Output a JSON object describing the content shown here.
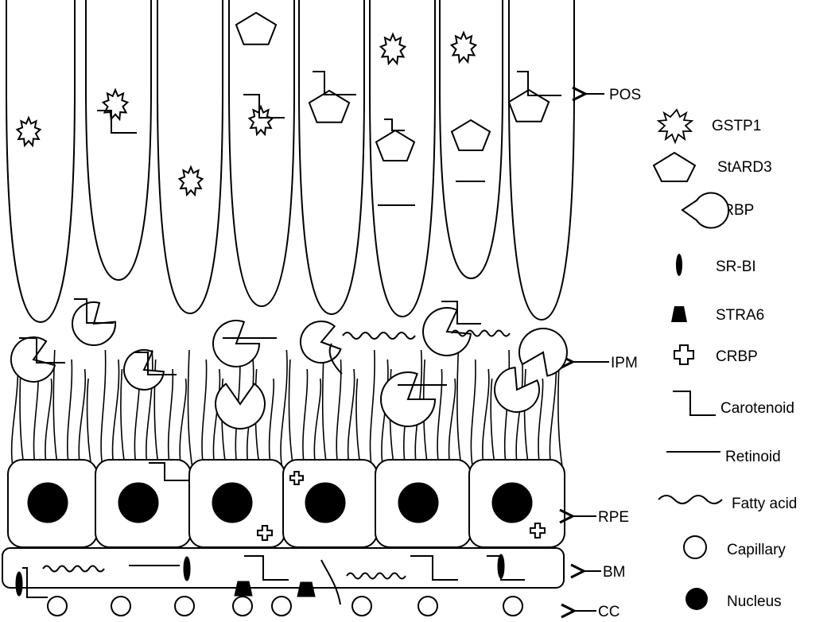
{
  "layers": {
    "pos": "POS",
    "ipm": "IPM",
    "rpe": "RPE",
    "bm": "BM",
    "cc": "CC"
  },
  "legend": [
    {
      "icon": "gstp1-icon",
      "label": "GSTP1"
    },
    {
      "icon": "stard3-icon",
      "label": "StARD3"
    },
    {
      "icon": "irbp-icon",
      "label": "IRBP"
    },
    {
      "icon": "sr-bi-icon",
      "label": "SR-BI"
    },
    {
      "icon": "stra6-icon",
      "label": "STRA6"
    },
    {
      "icon": "crbp-icon",
      "label": "CRBP"
    },
    {
      "icon": "carotenoid-icon",
      "label": "Carotenoid"
    },
    {
      "icon": "retinoid-icon",
      "label": "Retinoid"
    },
    {
      "icon": "fatty-acid-icon",
      "label": "Fatty acid"
    },
    {
      "icon": "capillary-icon",
      "label": "Capillary"
    },
    {
      "icon": "nucleus-icon",
      "label": "Nucleus"
    }
  ]
}
